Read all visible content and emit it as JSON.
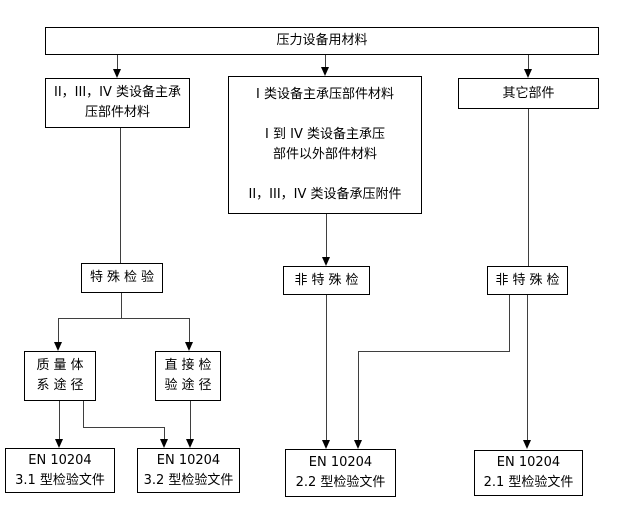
{
  "diagram": {
    "type": "flowchart",
    "colors": {
      "background": "#ffffff",
      "box_border": "#000000",
      "line": "#3f3f3f",
      "text": "#000000"
    },
    "boxes": {
      "root": {
        "text": "压力设备用材料"
      },
      "class234_main": {
        "text": "II，III，IV 类设备主承\n压部件材料"
      },
      "class1_and_others": {
        "text": "I 类设备主承压部件材料\n\nI 到 IV 类设备主承压\n部件以外部件材料\n\nII，III，IV 类设备承压附件"
      },
      "other_parts": {
        "text": "其它部件"
      },
      "special_inspection": {
        "text": "特殊检验"
      },
      "non_special_left": {
        "text": "非特殊检"
      },
      "non_special_right": {
        "text": "非特殊检"
      },
      "quality_system_route": {
        "text": "质量体\n系途径"
      },
      "direct_inspection_route": {
        "text": "直接检\n验途径"
      },
      "en10204_31": {
        "text": "EN 10204\n3.1 型检验文件"
      },
      "en10204_32": {
        "text": "EN 10204\n3.2 型检验文件"
      },
      "en10204_22": {
        "text": "EN 10204\n2.2 型检验文件"
      },
      "en10204_21": {
        "text": "EN 10204\n2.1 型检验文件"
      }
    }
  }
}
